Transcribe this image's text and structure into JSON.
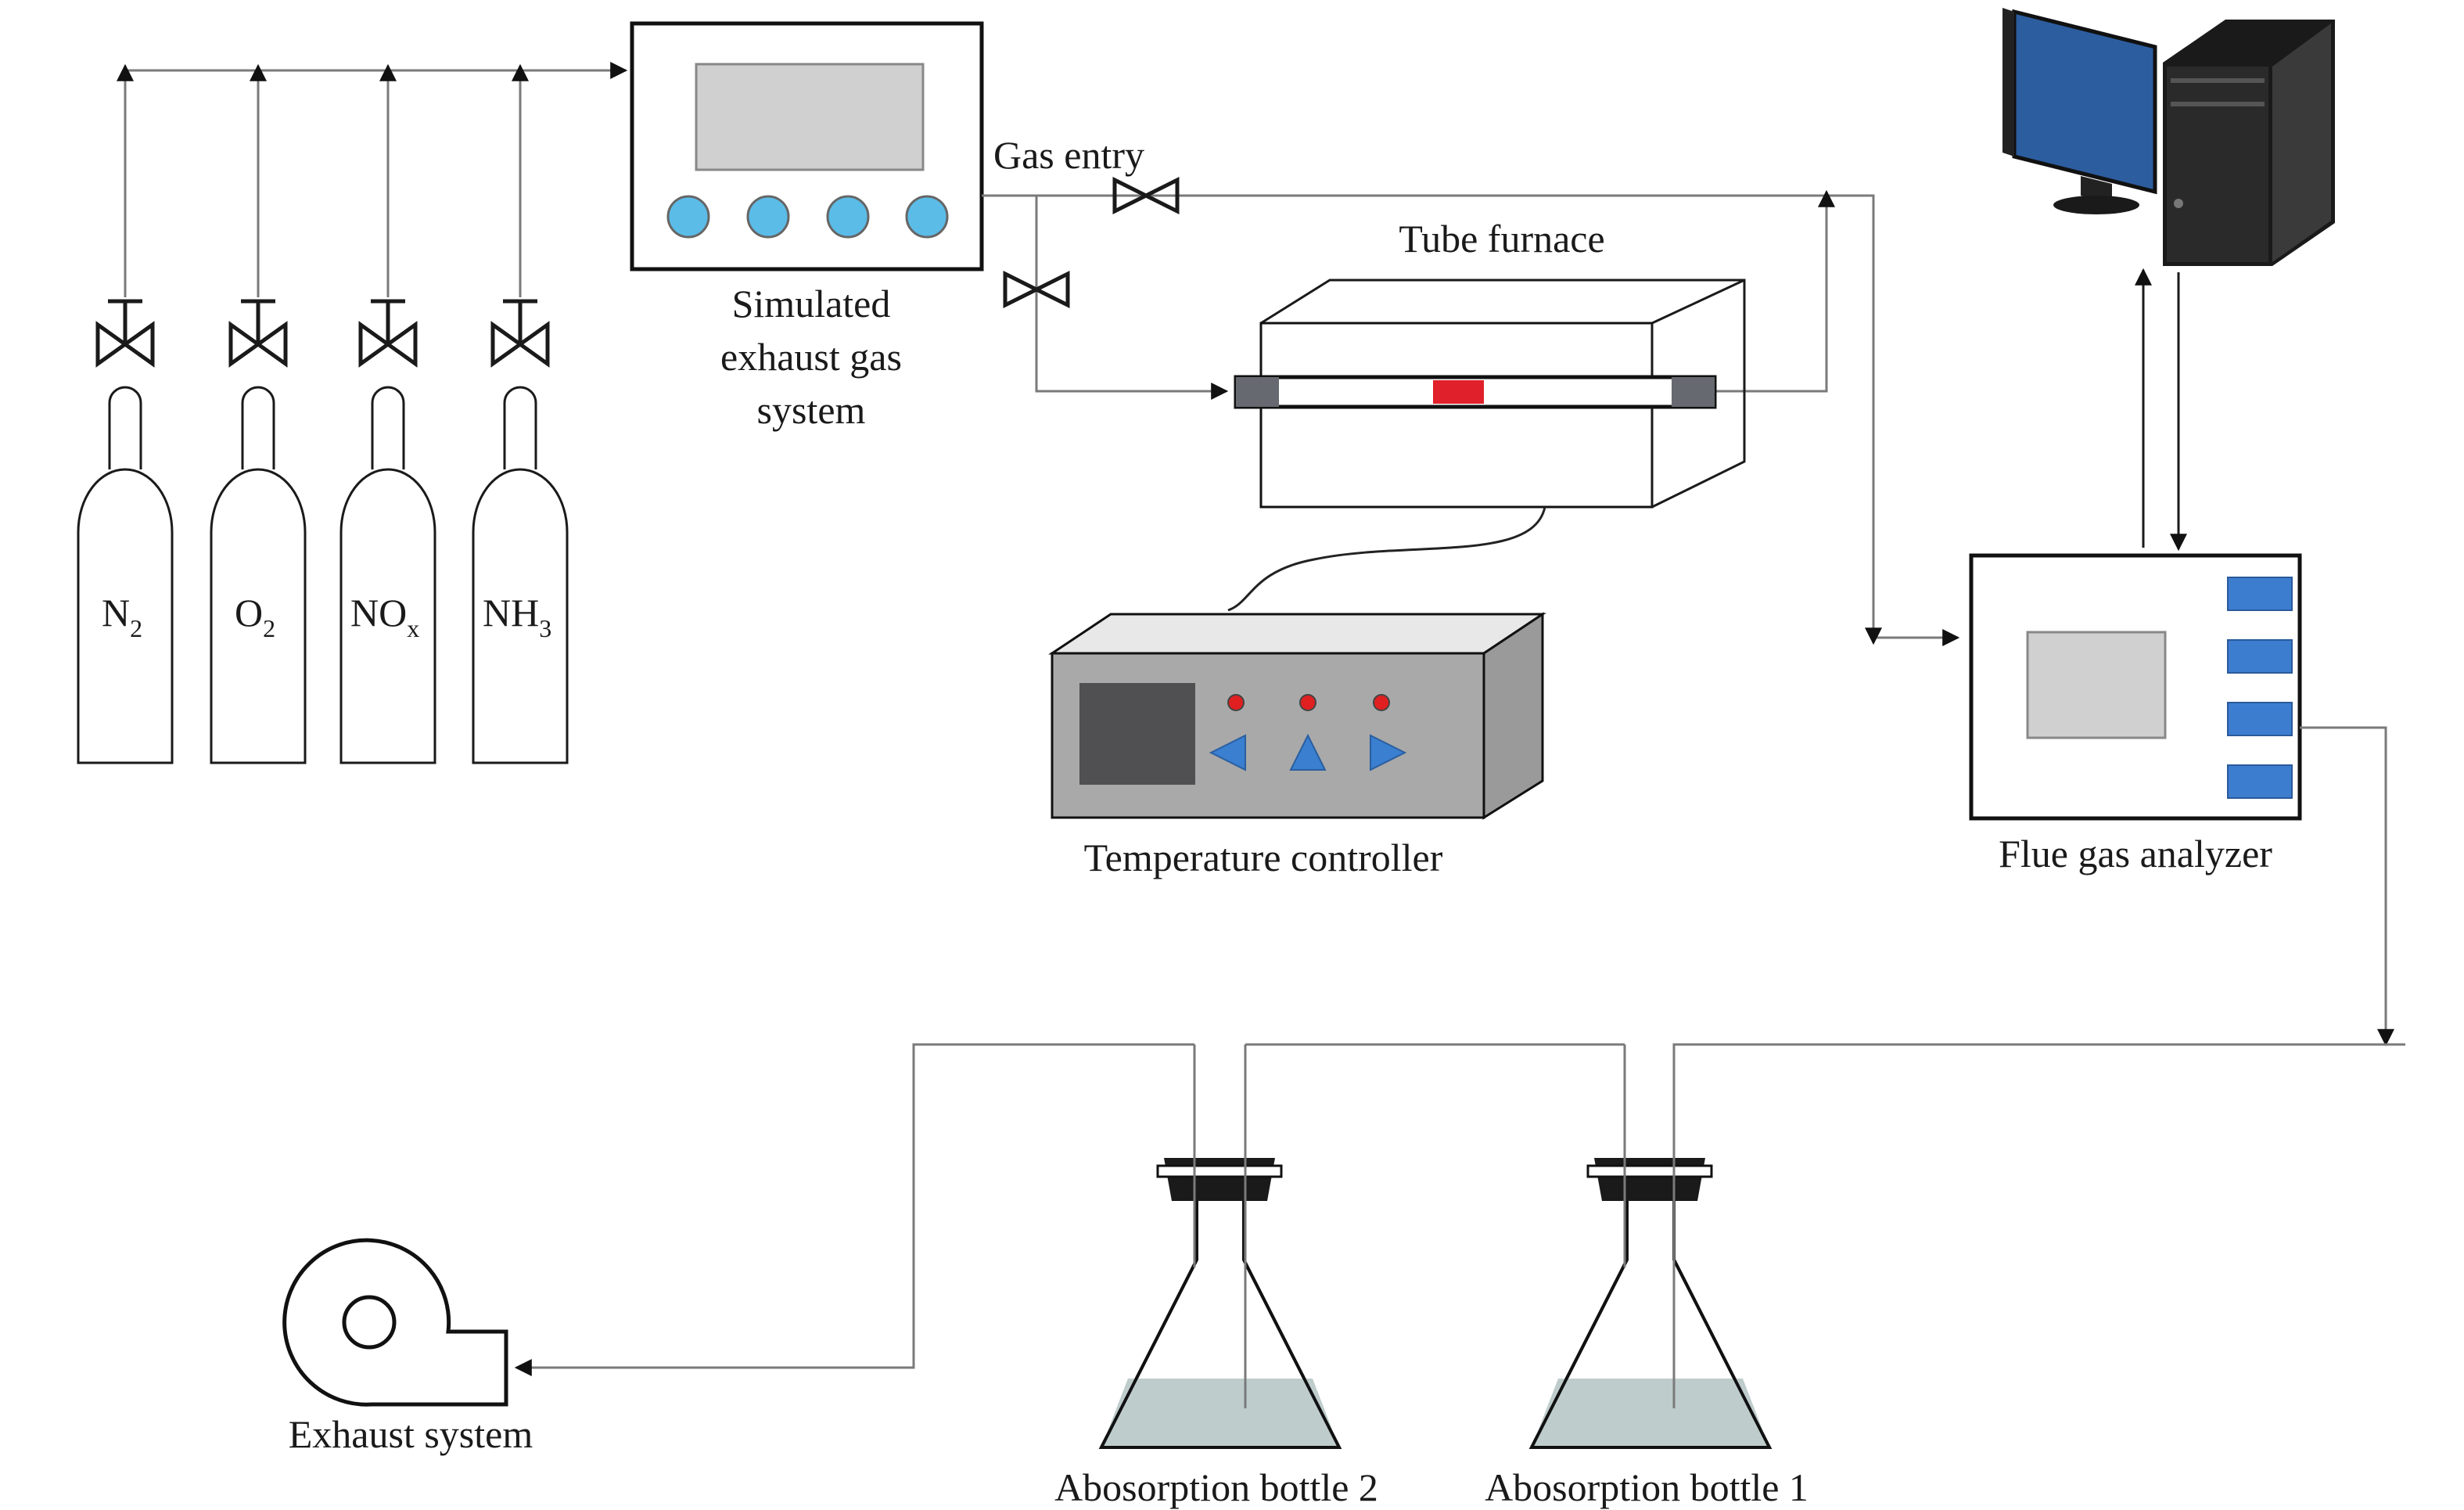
{
  "labels": {
    "gas_entry": "Gas entry",
    "tube_furnace": "Tube furnace",
    "simulated_line1": "Simulated",
    "simulated_line2": "exhaust gas",
    "simulated_line3": "system",
    "temperature_controller": "Temperature controller",
    "flue_gas_analyzer": "Flue gas analyzer",
    "exhaust_system": "Exhaust system",
    "bottle2": "Abosorption bottle 2",
    "bottle1": "Abosorption bottle 1"
  },
  "cylinders": [
    {
      "main": "N",
      "sub": "2"
    },
    {
      "main": "O",
      "sub": "2"
    },
    {
      "main": "NO",
      "sub": "x"
    },
    {
      "main": "NH",
      "sub": "3"
    }
  ],
  "colors": {
    "button_blue": "#5bbce8",
    "display_grey": "#d0d0d0",
    "heater_red": "#e0202a",
    "indicator_red": "#e02020",
    "arrow_blue": "#3a7fd0",
    "analyzer_button": "#3d7dd0",
    "liquid": "#bfcccc",
    "monitor_blue": "#2c5d9e"
  },
  "icons": [
    "valve-icon",
    "computer-icon",
    "blower-icon",
    "flask-icon"
  ]
}
